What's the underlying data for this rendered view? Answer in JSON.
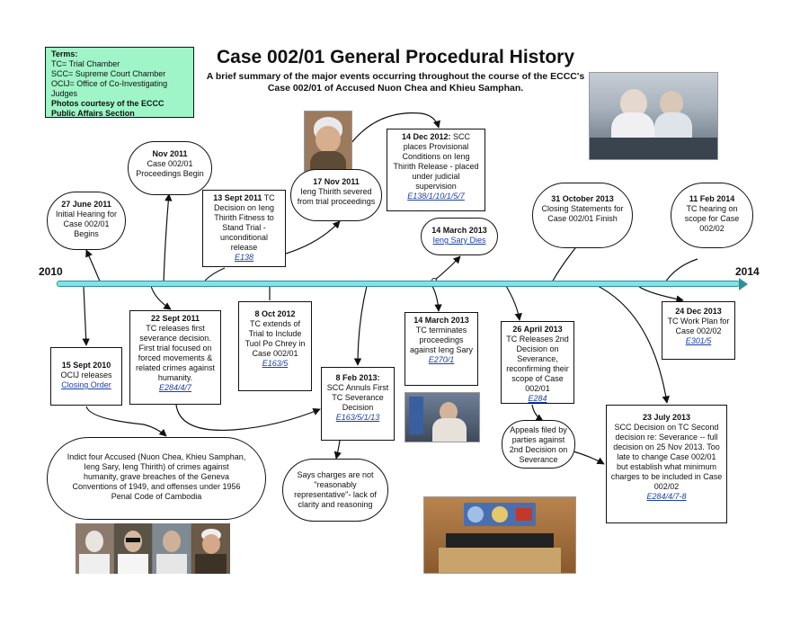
{
  "title": "Case 002/01 General Procedural History",
  "subtitle": "A brief summary of the major events occurring throughout the course of the ECCC's Case 002/01 of Accused Nuon Chea and Khieu Samphan.",
  "legend": {
    "heading": "Terms:",
    "lines": [
      "TC= Trial Chamber",
      "SCC= Supreme Court Chamber",
      "OCIJ= Office of Co-Investigating Judges"
    ],
    "credit": "Photos courtesy of the ECCC Public Affairs Section"
  },
  "timeline": {
    "start_year": "2010",
    "end_year": "2014",
    "color": "#7fe3ea"
  },
  "events": {
    "e_2011_06_27": {
      "date": "27 June 2011",
      "text": "Initial Hearing for Case 002/01 Begins"
    },
    "e_2011_11": {
      "date": "Nov 2011",
      "text": "Case 002/01 Proceedings Begin"
    },
    "e_2011_09_13": {
      "date": "13 Sept 2011",
      "text": "TC Decision on Ieng Thirith Fitness to Stand Trial - unconditional release",
      "ref": "E138"
    },
    "e_2011_11_17": {
      "date": "17 Nov 2011",
      "text": "Ieng Thirith severed from trial proceedings"
    },
    "e_2012_12_14": {
      "date": "14 Dec 2012:",
      "text": "SCC places Provisional Conditions on Ieng Thirith Release - placed under judicial supervision",
      "ref": "E138/1/10/1/5/7"
    },
    "e_2013_03_14a": {
      "date": "14 March 2013",
      "link": "Ieng Sary Dies"
    },
    "e_2013_10_31": {
      "date": "31 October 2013",
      "text": "Closing Statements for Case 002/01 Finish"
    },
    "e_2014_02_11": {
      "date": "11 Feb 2014",
      "text": "TC hearing on scope for Case 002/02"
    },
    "e_2010_09_15": {
      "date": "15 Sept 2010",
      "text": "OCIJ releases",
      "link": "Closing Order"
    },
    "e_2011_09_22": {
      "date": "22 Sept 2011",
      "text": "TC releases first severance decision. First trial focused on forced movements & related crimes against humanity.",
      "ref": "E284/4/7"
    },
    "e_2012_10_08": {
      "date": "8 Oct 2012",
      "text": "TC extends of Trial to Include Tuol Po Chrey in Case 002/01",
      "ref": "E163/5"
    },
    "e_2013_02_08": {
      "date": "8 Feb 2013:",
      "text": "SCC Annuls First TC Severance Decision",
      "ref": "E163/5/1/13"
    },
    "e_2013_03_14b": {
      "date": "14 March 2013",
      "text": "TC terminates proceedings against Ieng Sary",
      "ref": "E270/1"
    },
    "e_2013_04_26": {
      "date": "26 April 2013",
      "text": "TC Releases 2nd Decision on Severance, reconfirming their scope of Case 002/01",
      "ref": "E284"
    },
    "e_2013_12_24": {
      "date": "24 Dec 2013",
      "text": "TC Work Plan for Case 002/02",
      "ref": "E301/5"
    },
    "e_2013_07_23": {
      "date": "23 July 2013",
      "text": "SCC Decision on TC Second decision re: Severance -- full decision on 25 Nov 2013. Too late to change Case 002/01 but establish what minimum charges to be included in Case 002/02",
      "ref": "E284/4/7-8"
    }
  },
  "notes": {
    "indict": "Indict four Accused (Nuon Chea, Khieu Samphan, Ieng Sary, Ieng Thirith) of crimes against humanity, grave breaches of the Geneva Conventions of 1949, and offenses under 1956 Penal Code of Cambodia",
    "says_charges": "Says charges are not \"reasonably representative\"- lack of clarity and reasoning",
    "appeals": "Appeals filed by parties against 2nd Decision on Severance"
  },
  "colors": {
    "legend_bg": "#9ff5c8",
    "ref_link": "#1a3fa8"
  }
}
